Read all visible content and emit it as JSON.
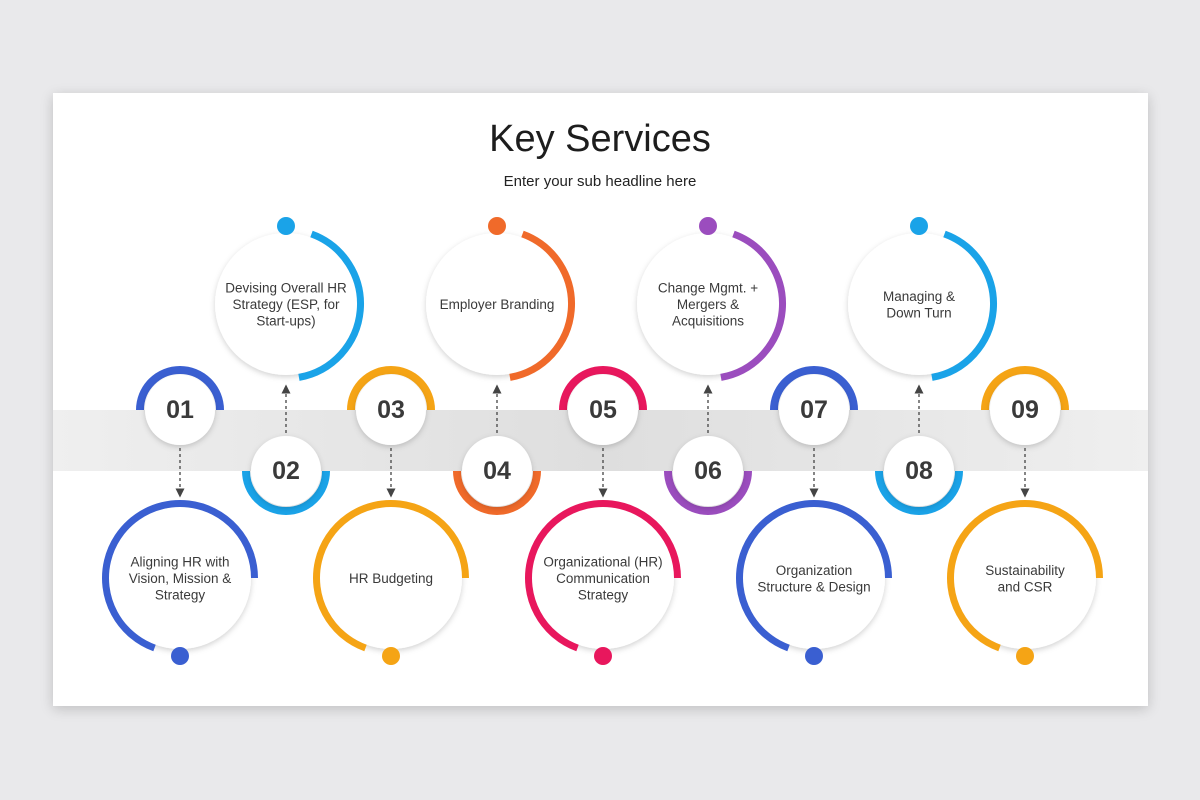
{
  "title": "Key Services",
  "subtitle": "Enter your sub headline here",
  "steps": [
    {
      "number": "01",
      "label": [
        "Aligning HR with",
        "Vision, Mission &",
        "Strategy"
      ],
      "color": "#3a5fd1"
    },
    {
      "number": "02",
      "label": [
        "Devising Overall HR",
        "Strategy (ESP, for",
        "Start-ups)"
      ],
      "color": "#1aa3e8"
    },
    {
      "number": "03",
      "label": [
        "HR Budgeting"
      ],
      "color": "#f5a415"
    },
    {
      "number": "04",
      "label": [
        "Employer Branding"
      ],
      "color": "#f06a2a"
    },
    {
      "number": "05",
      "label": [
        "Organizational (HR)",
        "Communication",
        "Strategy"
      ],
      "color": "#e8175d"
    },
    {
      "number": "06",
      "label": [
        "Change Mgmt. +",
        "Mergers &",
        "Acquisitions"
      ],
      "color": "#9b4dbe"
    },
    {
      "number": "07",
      "label": [
        "Organization",
        "Structure & Design"
      ],
      "color": "#3a5fd1"
    },
    {
      "number": "08",
      "label": [
        "Managing &",
        "Down Turn"
      ],
      "color": "#1aa3e8"
    },
    {
      "number": "09",
      "label": [
        "Sustainability",
        "and CSR"
      ],
      "color": "#f5a415"
    }
  ]
}
